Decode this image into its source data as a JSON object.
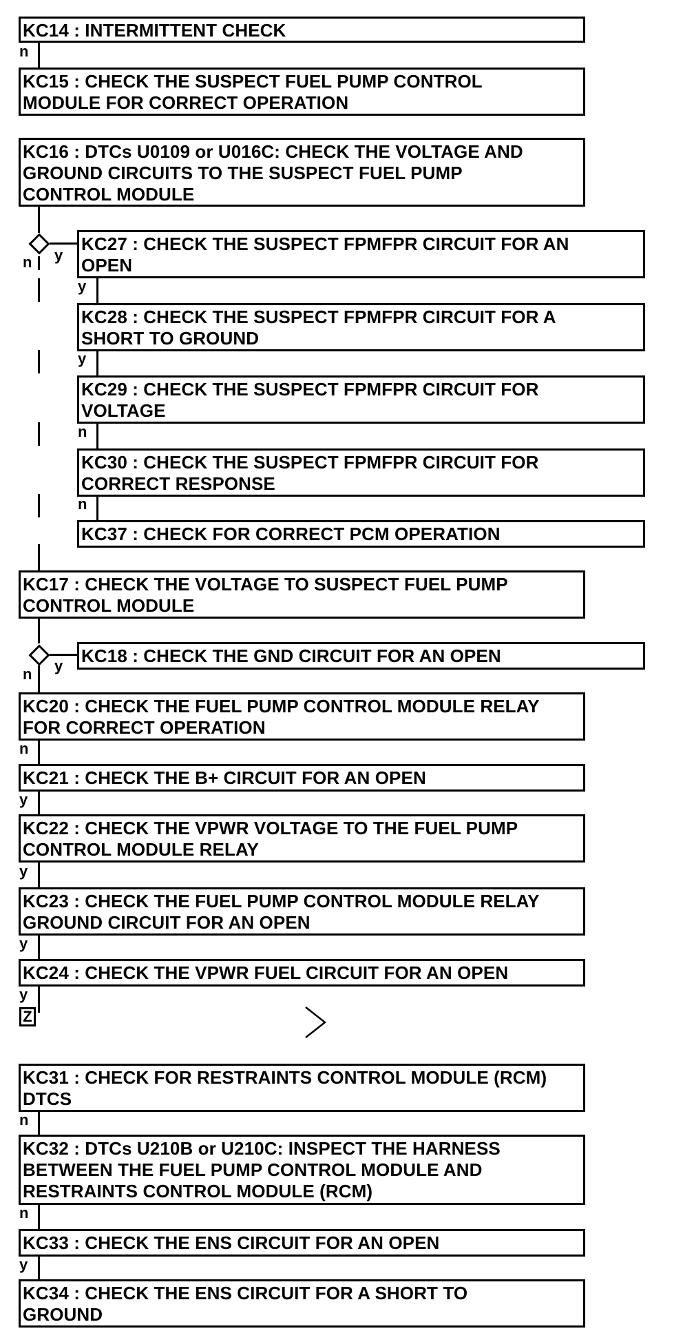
{
  "boxes": {
    "kc14": "KC14 : INTERMITTENT CHECK",
    "kc15": "KC15 : CHECK THE SUSPECT FUEL PUMP CONTROL\nMODULE FOR CORRECT OPERATION",
    "kc16": "KC16 : DTCs U0109 or U016C: CHECK THE VOLTAGE AND\nGROUND CIRCUITS TO THE SUSPECT FUEL PUMP\nCONTROL MODULE",
    "kc27": "KC27 : CHECK THE SUSPECT FPMFPR CIRCUIT FOR AN\nOPEN",
    "kc28": "KC28 : CHECK THE SUSPECT FPMFPR CIRCUIT FOR A\nSHORT TO GROUND",
    "kc29": "KC29 : CHECK THE SUSPECT FPMFPR CIRCUIT FOR\nVOLTAGE",
    "kc30": "KC30 : CHECK THE SUSPECT FPMFPR CIRCUIT FOR\nCORRECT RESPONSE",
    "kc37": "KC37 : CHECK FOR CORRECT PCM OPERATION",
    "kc17": "KC17 : CHECK THE VOLTAGE TO SUSPECT FUEL PUMP\nCONTROL MODULE",
    "kc18": "KC18 : CHECK THE GND CIRCUIT FOR AN OPEN",
    "kc20": "KC20 : CHECK THE FUEL PUMP CONTROL MODULE RELAY\nFOR CORRECT OPERATION",
    "kc21": "KC21 : CHECK THE B+ CIRCUIT FOR AN OPEN",
    "kc22": "KC22 : CHECK THE VPWR VOLTAGE TO THE FUEL PUMP\nCONTROL MODULE RELAY",
    "kc23": "KC23 : CHECK THE FUEL PUMP CONTROL MODULE RELAY\nGROUND CIRCUIT FOR AN OPEN",
    "kc24": "KC24 : CHECK THE VPWR FUEL CIRCUIT FOR AN OPEN",
    "kc31": "KC31 : CHECK FOR RESTRAINTS CONTROL MODULE (RCM)\nDTCS",
    "kc32": "KC32 : DTCs U210B or U210C: INSPECT THE HARNESS\nBETWEEN THE FUEL PUMP CONTROL MODULE AND\nRESTRAINTS CONTROL MODULE (RCM)",
    "kc33": "KC33 : CHECK THE ENS CIRCUIT FOR AN OPEN",
    "kc34": "KC34 : CHECK THE ENS CIRCUIT FOR A SHORT TO\nGROUND"
  },
  "labels": {
    "n": "n",
    "y": "y",
    "z": "Z"
  }
}
